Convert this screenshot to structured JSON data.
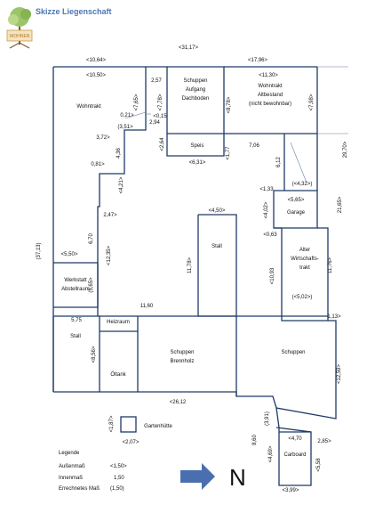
{
  "title": "Skizze Liegenschaft",
  "logo_text": "WOHNEN",
  "rooms": {
    "wohntrakt": "Wohntrakt",
    "schuppen_aufgang": [
      "Schuppen",
      "Aufgang",
      "Dachboden"
    ],
    "wohntrakt_alt": [
      "Wohntrakt",
      "Altbestand",
      "(nicht bewohnbar)"
    ],
    "speis": "Speis",
    "garage": "Garage",
    "stall_mid": "Stall",
    "alter_wirtschaftstrakt": [
      "Alter",
      "Wirtschafts-",
      "trakt"
    ],
    "werkstatt": [
      "Werkstatt",
      "Abstellraum"
    ],
    "stall_low": "Stall",
    "heizraum": "Heizraum",
    "oeltank": "Öltank",
    "schuppen_brennholz": [
      "Schuppen",
      "Brennholz"
    ],
    "schuppen_right": "Schuppen",
    "gartenhuette": "Gartenhütte",
    "carboard": "Carboard"
  },
  "measures": {
    "m_31_17": "<31,17>",
    "m_10_64": "<10,64>",
    "m_17_96": "<17,96>",
    "m_10_50": "<10,50>",
    "m_11_30": "<11,30>",
    "m_2_57": "2,57",
    "m_7_65": "<7,65>",
    "m_7_78": "<7,78>",
    "m_8_78": "<8,78>",
    "m_7_98": "<7,98>",
    "m_0_21": "0,21>",
    "m_3_51": "(3,51>",
    "m_2_94": "2,94",
    "m_0_15": "<0,15",
    "m_3_72": "3,72>",
    "m_2_64": "<2,64",
    "m_1_77": "<1,77",
    "m_7_06": "7,06",
    "m_29_70": "29,70>",
    "m_4_36": "4,36",
    "m_0_81": "0,81>",
    "m_6_31": "<6,31>",
    "m_6_12": "6,12",
    "m_4_32": "(<4,32>)",
    "m_4_21": "<4,21>",
    "m_1_33": "<1,33",
    "m_5_65": "<5,65>",
    "m_2_47": "2,47>",
    "m_4_50": "<4,50>",
    "m_4_02": "<4,02>",
    "m_21_65": "21,65>",
    "m_37_13": "(37,13)",
    "m_6_70": "6,70",
    "m_0_63": "<0,63",
    "m_5_50": "<5,50>",
    "m_12_35": "<12,35>",
    "m_11_78": "11,78>",
    "m_10_93": "<10,93",
    "m_11_76": "11,76>",
    "m_5_65b": "(5,65>",
    "m_5_02": "(<5,02>)",
    "m_11_60": "11,60",
    "m_1_13": "1,13>",
    "m_5_75": "5,75",
    "m_8_56": "<8,56>",
    "m_12_59": "<12,59>",
    "m_26_12": "<26,12",
    "m_1_87": "<1,87>",
    "m_3_91": "(3,91)",
    "m_8_60": "8,60",
    "m_2_07": "<2,07>",
    "m_4_70": "<4,70",
    "m_2_85": "2,85>",
    "m_4_69": "<4,69>",
    "m_5_58": "<5,58",
    "m_3_99": "<3,99>"
  },
  "legend": {
    "title": "Legende",
    "rows": [
      {
        "label": "Außenmaß",
        "value": "<1,50>"
      },
      {
        "label": "Innenmaß",
        "value": "1,50"
      },
      {
        "label": "Errechnetes Maß",
        "value": "(1,50)"
      }
    ]
  },
  "north": "N",
  "colors": {
    "lines": "#1e3a66",
    "arrow": "#4a6fb0",
    "title": "#4a77b4"
  }
}
